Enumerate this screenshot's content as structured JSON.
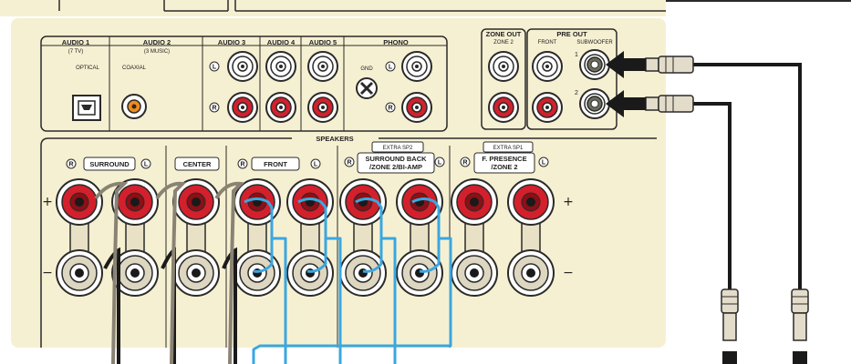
{
  "colors": {
    "panel": "#f6f0d2",
    "outline": "#2a2a2a",
    "jack_red": "#d3202c",
    "jack_white": "#ffffff",
    "orange": "#f08c1a",
    "speaker_wire_blue": "#3aa7e0",
    "cable_black": "#1a1a1a",
    "cable_gray": "#8a8374"
  },
  "audio_inputs": [
    {
      "title": "AUDIO 1",
      "sub": "(7 TV)",
      "port": "OPTICAL"
    },
    {
      "title": "AUDIO 2",
      "sub": "(3 MUSIC)",
      "port": "COAXIAL"
    },
    {
      "title": "AUDIO 3"
    },
    {
      "title": "AUDIO 4"
    },
    {
      "title": "AUDIO 5"
    }
  ],
  "phono": {
    "title": "PHONO",
    "gnd": "GND"
  },
  "channel_marks": {
    "left": "L",
    "right": "R"
  },
  "zone_out": {
    "title": "ZONE OUT",
    "sub": "ZONE 2"
  },
  "pre_out": {
    "title": "PRE OUT",
    "front": "FRONT",
    "subwoofer": "SUBWOOFER",
    "sub1": "1",
    "sub2": "2"
  },
  "speakers": {
    "title": "SPEAKERS",
    "plus": "+",
    "minus": "−",
    "groups": [
      {
        "name": "SURROUND"
      },
      {
        "name": "CENTER"
      },
      {
        "name": "FRONT"
      },
      {
        "badge": "EXTRA SP2",
        "name": "SURROUND BACK",
        "name2": "/ZONE 2/BI-AMP"
      },
      {
        "badge": "EXTRA SP1",
        "name": "F. PRESENCE",
        "name2": "/ZONE 2"
      }
    ]
  }
}
